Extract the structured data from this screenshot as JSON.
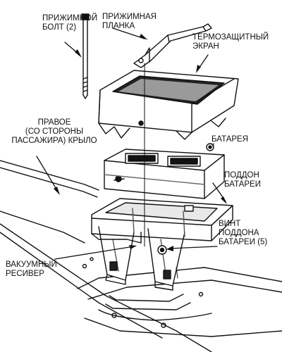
{
  "labels": {
    "bolt": [
      "ПРИЖИМНОЙ",
      "БОЛТ (2)"
    ],
    "clamp": [
      "ПРИЖИМНАЯ",
      "ПЛАНКА"
    ],
    "shield": [
      "ТЕРМОЗАЩИТНЫЙ",
      "ЭКРАН"
    ],
    "fender": [
      "ПРАВОЕ",
      "(СО СТОРОНЫ",
      "ПАССАЖИРА) КРЫЛО"
    ],
    "battery": [
      "БАТАРЕЯ"
    ],
    "tray": [
      "ПОДДОН",
      "БАТАРЕИ"
    ],
    "tray_screw": [
      "ВИНТ",
      "ПОДДОНА",
      "БАТАРЕИ (5)"
    ],
    "reservoir": [
      "ВАКУУМНЫЙ",
      "РЕСИВЕР"
    ]
  }
}
